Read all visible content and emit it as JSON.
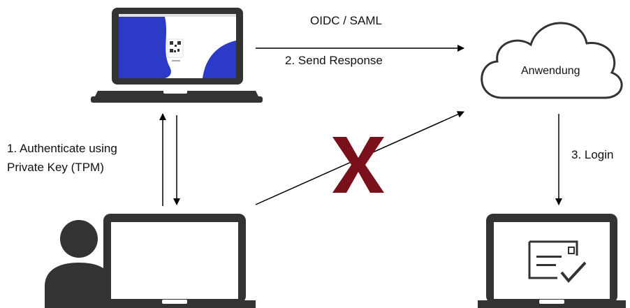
{
  "labels": {
    "protocol": "OIDC / SAML",
    "send_response": "2. Send Response",
    "authenticate_line1": "1. Authenticate using",
    "authenticate_line2": "Private Key (TPM)",
    "login": "3. Login",
    "application": "Anwendung"
  },
  "colors": {
    "laptop": "#333333",
    "line": "#000000",
    "screen_accent": "#2b3bc7",
    "cross": "#7a1019"
  },
  "icons": {
    "top_laptop": "laptop-with-qr-login-screen-icon",
    "cloud": "cloud-icon",
    "user": "user-icon",
    "bottom_left_laptop": "laptop-icon",
    "bottom_right_laptop": "laptop-with-certificate-icon",
    "cross": "cross-icon"
  }
}
